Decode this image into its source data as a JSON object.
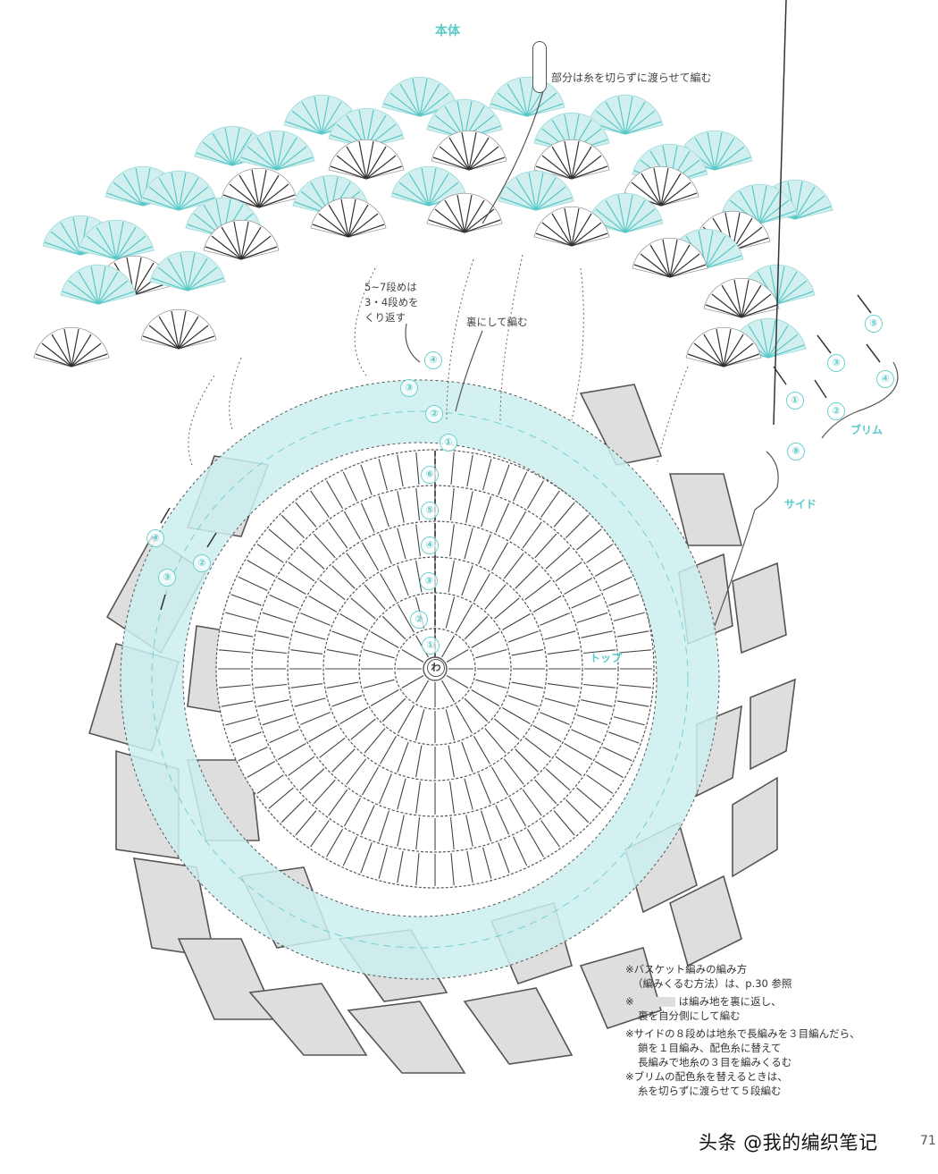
{
  "diagram": {
    "title": "本体",
    "top_note": "部分は糸を切らずに渡らせて編む",
    "repeat_note": "5~7段めは\n3・4段めを\nくり返す",
    "reverse_note": "裏にして編む",
    "section_labels": {
      "brim": "ブリム",
      "side": "サイド",
      "top": "トップ"
    },
    "center_ring": "わ",
    "brim_rows": [
      "①",
      "②",
      "③",
      "④",
      "⑤",
      "⑧"
    ],
    "top_rows": [
      "①",
      "②",
      "③",
      "④",
      "⑤",
      "⑥"
    ],
    "side_rows": [
      "①",
      "②",
      "③",
      "④"
    ],
    "left_rows": [
      "④",
      "②",
      "③"
    ],
    "colors": {
      "teal": "#5cc9c9",
      "teal_fill": "#d2efef",
      "gray_fill": "#dedede",
      "line": "#555555"
    }
  },
  "notes": {
    "line1a": "※バスケット編みの編み方",
    "line1b": "（編みくるむ方法）は、p.30 参照",
    "line2_prefix": "※",
    "line2a": "は編み地を裏に返し、",
    "line2b": "裏を自分側にして編む",
    "line3a": "※サイドの８段めは地糸で長編みを３目編んだら、",
    "line3b": "鎖を１目編み、配色糸に替えて",
    "line3c": "長編みで地糸の３目を編みくるむ",
    "line4a": "※ブリムの配色糸を替えるときは、",
    "line4b": "糸を切らずに渡らせて５段編む"
  },
  "watermark": "头条 @我的编织笔记",
  "page_number": "71"
}
